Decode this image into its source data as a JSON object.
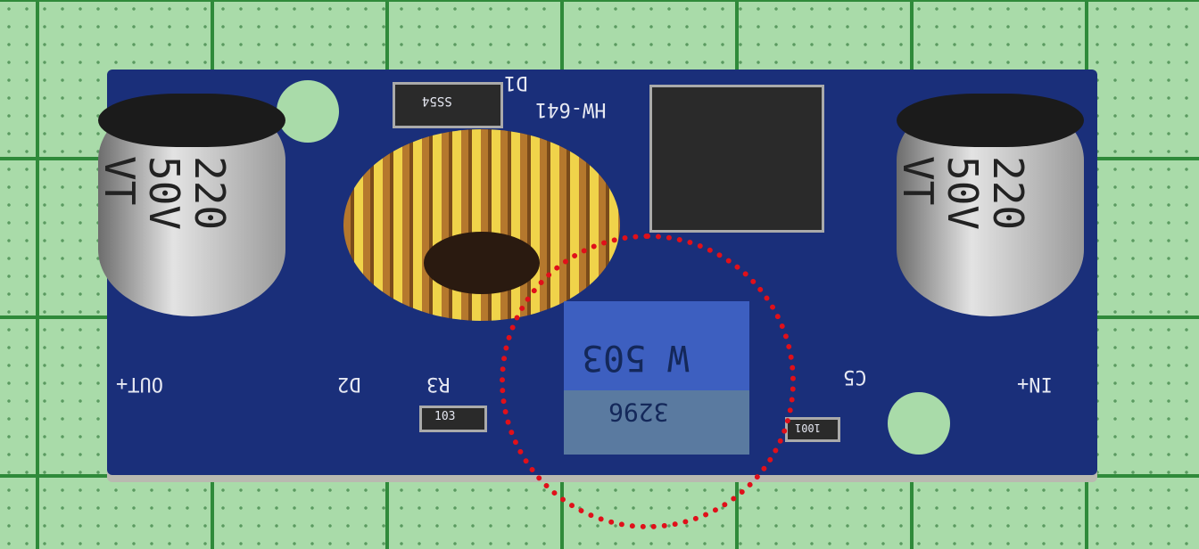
{
  "board": {
    "model": "HW-641",
    "diode": "D1",
    "diode_marking": "SS54",
    "out_label": "OUT+",
    "in_label": "IN+",
    "d2": "D2",
    "r3": "R3",
    "r3_value": "103",
    "c5": "C5",
    "resistor_value": "1001"
  },
  "capacitors": [
    {
      "text": "220 50V VT"
    },
    {
      "text": "220 50V VT"
    }
  ],
  "potentiometer": {
    "marking": "W 503",
    "part": "3296"
  },
  "highlight_color": "#e0101a"
}
